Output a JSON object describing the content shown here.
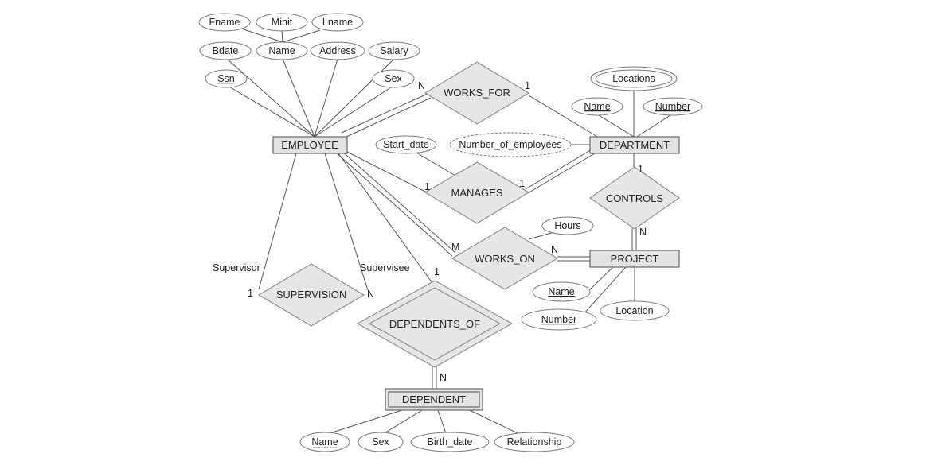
{
  "entities": {
    "employee": "EMPLOYEE",
    "department": "DEPARTMENT",
    "project": "PROJECT",
    "dependent": "DEPENDENT"
  },
  "relationships": {
    "works_for": "WORKS_FOR",
    "manages": "MANAGES",
    "works_on": "WORKS_ON",
    "controls": "CONTROLS",
    "supervision": "SUPERVISION",
    "dependents_of": "DEPENDENTS_OF"
  },
  "attributes": {
    "fname": "Fname",
    "minit": "Minit",
    "lname": "Lname",
    "bdate": "Bdate",
    "name": "Name",
    "address": "Address",
    "salary": "Salary",
    "ssn": "Ssn",
    "sex": "Sex",
    "locations": "Locations",
    "dept_name": "Name",
    "dept_number": "Number",
    "start_date": "Start_date",
    "number_of_employees": "Number_of_employees",
    "hours": "Hours",
    "proj_name": "Name",
    "proj_number": "Number",
    "location": "Location",
    "dep_name": "Name",
    "dep_sex": "Sex",
    "birth_date": "Birth_date",
    "relationship": "Relationship"
  },
  "roles": {
    "supervisor": "Supervisor",
    "supervisee": "Supervisee"
  },
  "cardinalities": {
    "works_for_emp": "N",
    "works_for_dept": "1",
    "manages_emp": "1",
    "manages_dept": "1",
    "works_on_emp": "M",
    "works_on_proj": "N",
    "controls_dept": "1",
    "controls_proj": "N",
    "supervision_supervisor": "1",
    "supervision_supervisee": "N",
    "dependents_of_emp": "1",
    "dependents_of_dep": "N"
  }
}
